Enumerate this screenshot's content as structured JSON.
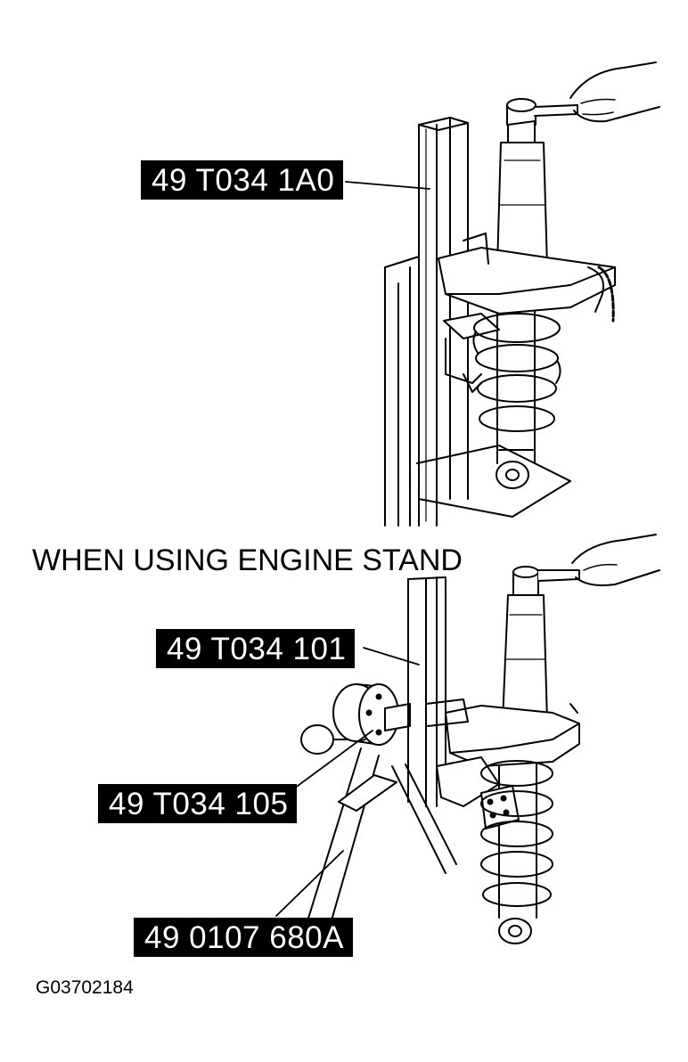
{
  "labels": {
    "top_tool": "49 T034 1A0",
    "bottom_tool": "49 T034 101",
    "adapter": "49 T034 105",
    "engine_stand": "49 0107 680A"
  },
  "caption": "WHEN USING ENGINE STAND",
  "figure_code": "G03702184"
}
